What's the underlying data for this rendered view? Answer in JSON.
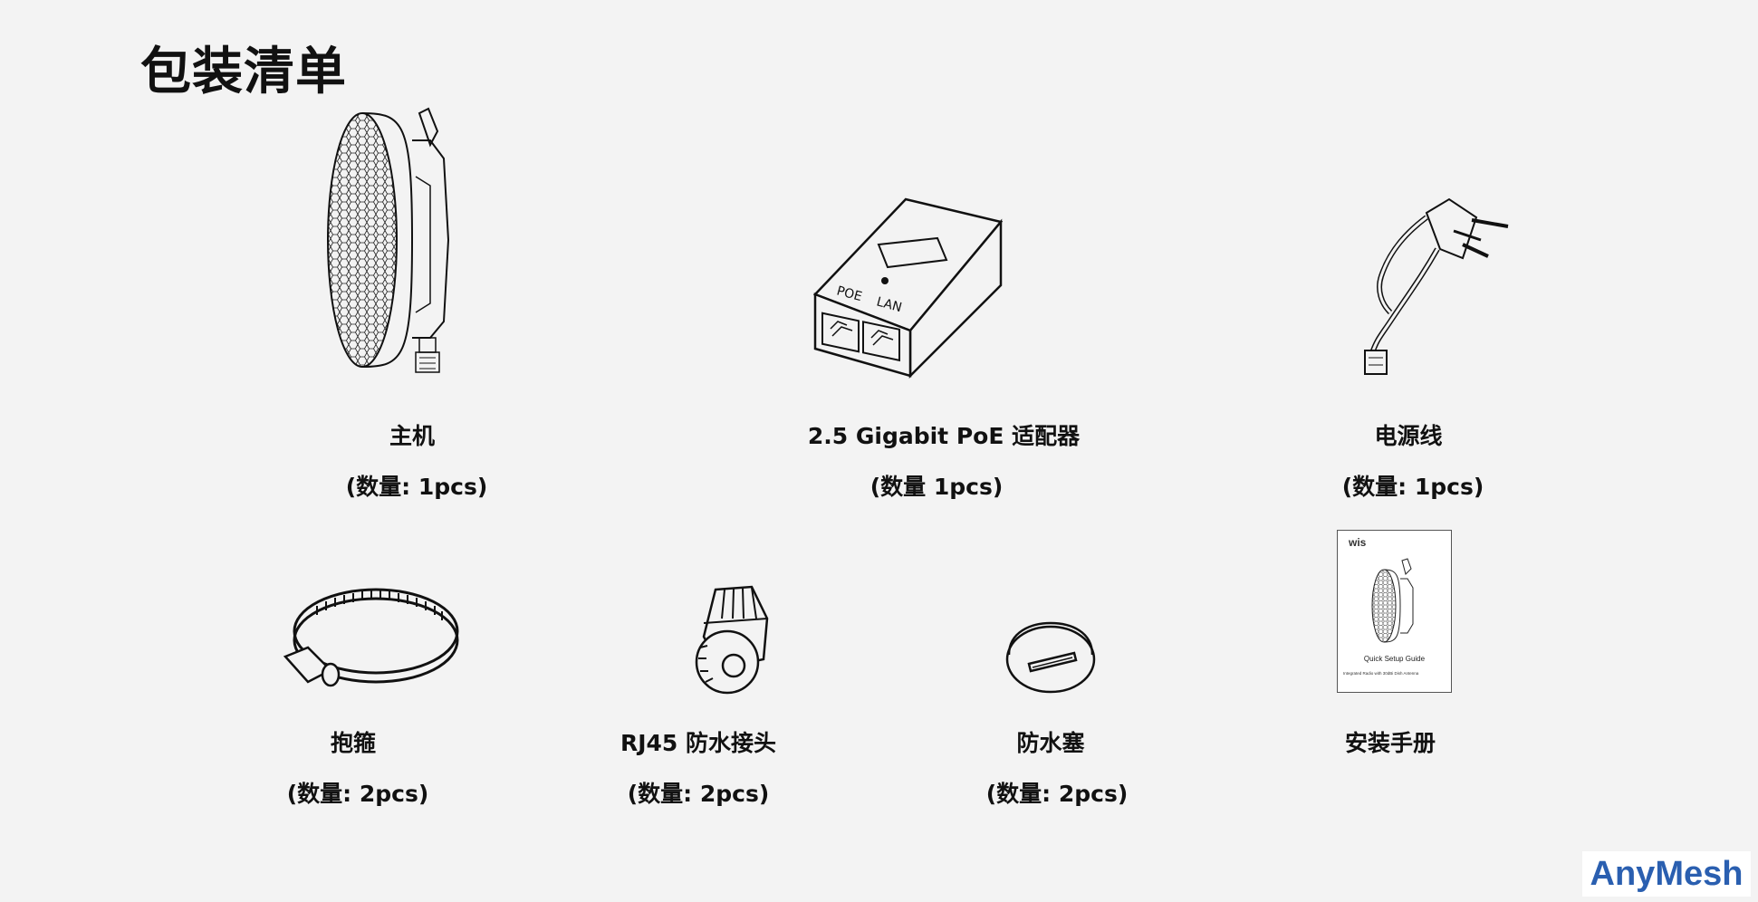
{
  "page": {
    "title": "包装清单"
  },
  "items": [
    {
      "name": "主机",
      "qty": "(数量: 1pcs)"
    },
    {
      "name": "2.5 Gigabit PoE 适配器",
      "qty": "(数量 1pcs)"
    },
    {
      "name": "电源线",
      "qty": "(数量: 1pcs)"
    },
    {
      "name": "抱箍",
      "qty": "(数量: 2pcs)"
    },
    {
      "name": "RJ45 防水接头",
      "qty": "(数量: 2pcs)"
    },
    {
      "name": "防水塞",
      "qty": "(数量: 2pcs)"
    },
    {
      "name": "安装手册",
      "qty": ""
    }
  ],
  "adapter": {
    "port_labels": [
      "POE",
      "LAN"
    ]
  },
  "manual": {
    "logo": "wis",
    "heading": "Quick Setup Guide",
    "subheading": "Integrated Radio with 30dBi Dish Antenna"
  },
  "brand": {
    "name": "AnyMesh",
    "color": "#2a5fb0"
  }
}
